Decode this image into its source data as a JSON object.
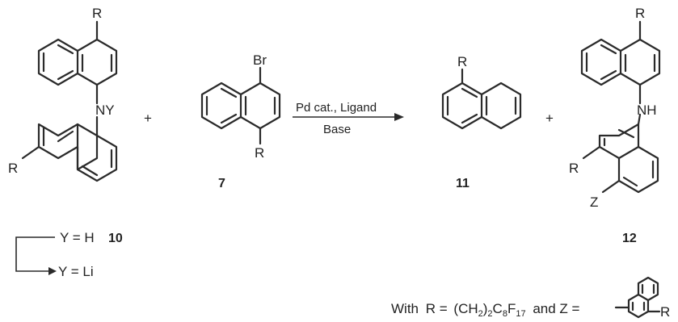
{
  "compounds": {
    "c10": {
      "number": "10",
      "sub_R_top": "R",
      "sub_R_bottom": "R",
      "nitrogen": "NY",
      "variant_h_label": "Y = H",
      "variant_h_number": "10",
      "variant_li_label": "Y = Li"
    },
    "c7": {
      "number": "7",
      "sub_Br": "Br",
      "sub_R": "R"
    },
    "c11": {
      "number": "11",
      "sub_R": "R"
    },
    "c12": {
      "number": "12",
      "sub_R_top": "R",
      "nitrogen": "NH",
      "sub_R_mid": "R",
      "sub_Z": "Z"
    }
  },
  "reaction": {
    "plus_1": "+",
    "plus_2": "+",
    "conditions_top": "Pd cat., Ligand",
    "conditions_bottom": "Base"
  },
  "footnote": {
    "with": "With",
    "r_eq": "R =",
    "r_part1": "(CH",
    "r_sub1": "2",
    "r_part2": ")",
    "r_sub2": "2",
    "r_part3": "C",
    "r_sub3": "8",
    "r_part4": "F",
    "r_sub4": "17",
    "and_z": "and Z =",
    "z_sub_R": "R"
  }
}
